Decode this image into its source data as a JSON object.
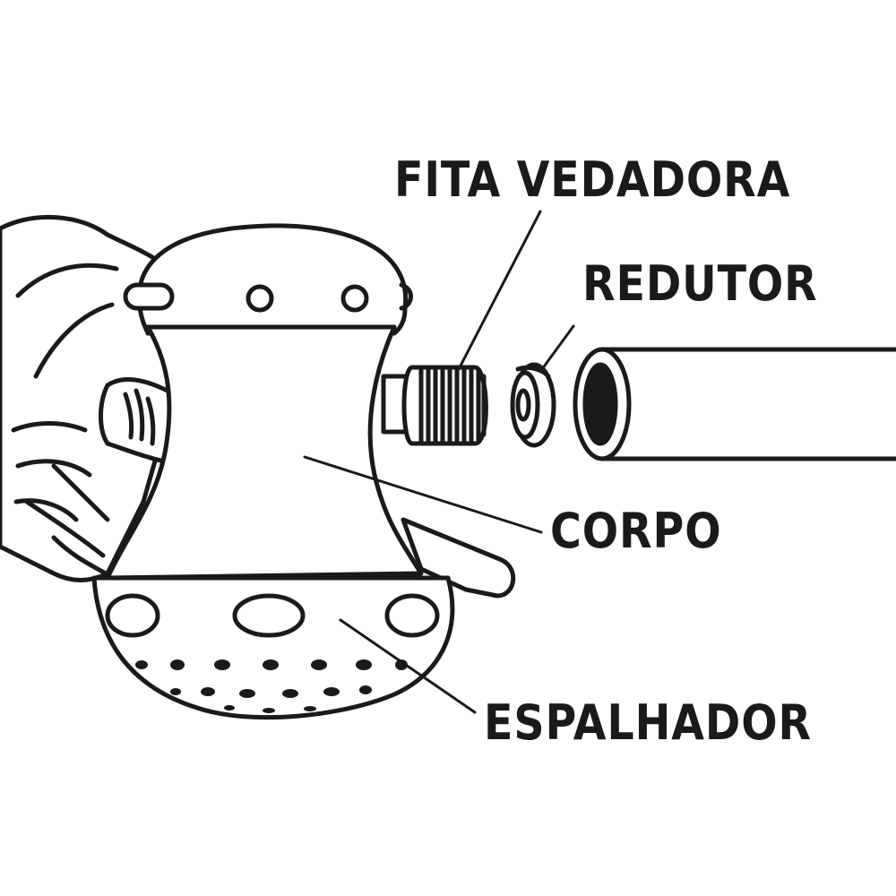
{
  "labels": {
    "fita_vedadora": "FITA VEDADORA",
    "redutor": "REDUTOR",
    "corpo": "CORPO",
    "espalhador": "ESPALHADOR"
  },
  "colors": {
    "line": "#1a1a1a",
    "background": "#ffffff"
  },
  "icons": [
    "hand-icon",
    "shower-head-icon",
    "threaded-nipple-icon",
    "reducer-washer-icon",
    "pipe-icon"
  ]
}
